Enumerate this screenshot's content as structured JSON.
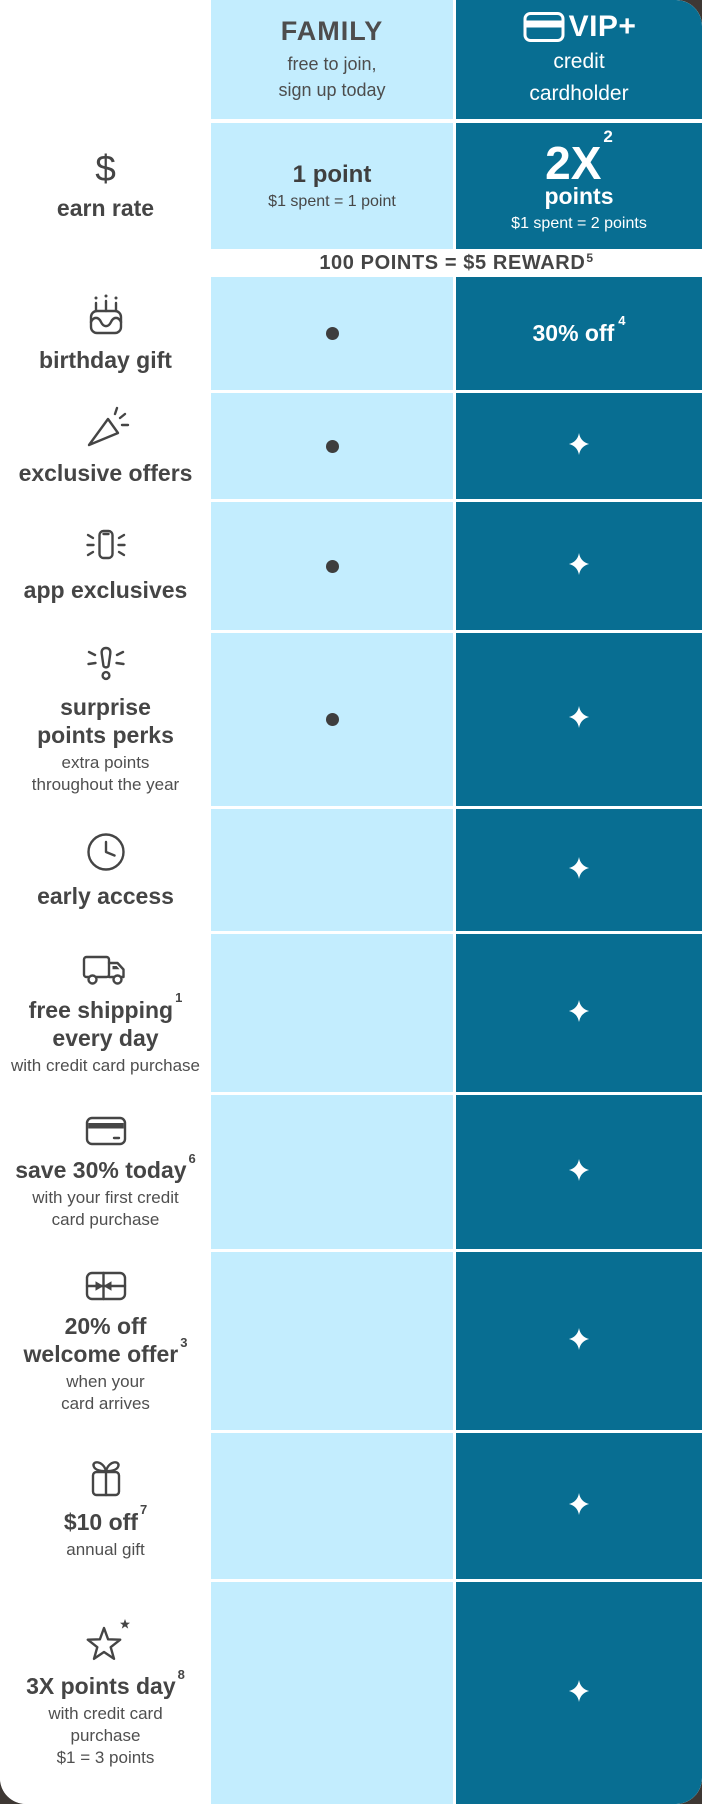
{
  "colors": {
    "teal": "#086e92",
    "light_blue": "#c3edfe",
    "text_dark": "#474747",
    "white": "#ffffff"
  },
  "header": {
    "family": {
      "title": "FAMILY",
      "subtitle_lines": [
        "free to join,",
        "sign up today"
      ]
    },
    "vip": {
      "icon": "credit-card",
      "title": "VIP+",
      "subtitle_lines": [
        "credit",
        "cardholder"
      ]
    }
  },
  "earn_rate": {
    "label": {
      "icon": "dollar",
      "title": "earn rate"
    },
    "family": {
      "headline": "1 point",
      "detail": "$1 spent = 1 point"
    },
    "vip": {
      "headline": "2X",
      "headline_sup": "2",
      "subhead": "points",
      "detail": "$1 spent = 2 points"
    }
  },
  "banner": {
    "text": "100 POINTS = $5 REWARD",
    "sup": "5"
  },
  "markers": {
    "family_included": "dot",
    "vip_included": "sparkle"
  },
  "rows": [
    {
      "id": "birthday-gift",
      "icon": "birthday-cake",
      "title_lines": [
        {
          "text": "birthday gift"
        }
      ],
      "subtitle_lines": [],
      "family": {
        "type": "dot"
      },
      "vip": {
        "type": "text",
        "text": "30% off",
        "sup": "4"
      }
    },
    {
      "id": "exclusive-offers",
      "icon": "party-horn",
      "title_lines": [
        {
          "text": "exclusive offers"
        }
      ],
      "subtitle_lines": [],
      "family": {
        "type": "dot"
      },
      "vip": {
        "type": "sparkle"
      }
    },
    {
      "id": "app-exclusives",
      "icon": "phone",
      "title_lines": [
        {
          "text": "app exclusives"
        }
      ],
      "subtitle_lines": [],
      "family": {
        "type": "dot"
      },
      "vip": {
        "type": "sparkle"
      }
    },
    {
      "id": "surprise-points-perks",
      "icon": "surprise-exclamation",
      "title_lines": [
        {
          "text": "surprise"
        },
        {
          "text": "points perks"
        }
      ],
      "subtitle_lines": [
        "extra points",
        "throughout the year"
      ],
      "family": {
        "type": "dot"
      },
      "vip": {
        "type": "sparkle"
      }
    },
    {
      "id": "early-access",
      "icon": "clock",
      "title_lines": [
        {
          "text": "early access"
        }
      ],
      "subtitle_lines": [],
      "family": {
        "type": "none"
      },
      "vip": {
        "type": "sparkle"
      }
    },
    {
      "id": "free-shipping",
      "icon": "delivery-truck",
      "title_lines": [
        {
          "text": "free shipping",
          "sup": "1"
        },
        {
          "text": "every day"
        }
      ],
      "subtitle_lines": [
        "with credit card purchase"
      ],
      "family": {
        "type": "none"
      },
      "vip": {
        "type": "sparkle"
      }
    },
    {
      "id": "save-30-today",
      "icon": "credit-card",
      "title_lines": [
        {
          "text": "save 30% today",
          "sup": "6"
        }
      ],
      "subtitle_lines": [
        "with your first credit",
        "card purchase"
      ],
      "family": {
        "type": "none"
      },
      "vip": {
        "type": "sparkle"
      }
    },
    {
      "id": "welcome-offer",
      "icon": "gift-card",
      "title_lines": [
        {
          "text": "20% off"
        },
        {
          "text": "welcome offer",
          "sup": "3"
        }
      ],
      "subtitle_lines": [
        "when your",
        "card arrives"
      ],
      "family": {
        "type": "none"
      },
      "vip": {
        "type": "sparkle"
      }
    },
    {
      "id": "ten-dollars-off",
      "icon": "gift-box",
      "title_lines": [
        {
          "text": "$10 off",
          "sup": "7"
        }
      ],
      "subtitle_lines": [
        "annual gift"
      ],
      "family": {
        "type": "none"
      },
      "vip": {
        "type": "sparkle"
      }
    },
    {
      "id": "3x-points-day",
      "icon": "star",
      "title_lines": [
        {
          "text": "3X points day",
          "sup": "8"
        }
      ],
      "subtitle_lines": [
        "with credit card",
        "purchase",
        "$1 = 3 points"
      ],
      "family": {
        "type": "none"
      },
      "vip": {
        "type": "sparkle"
      }
    }
  ]
}
